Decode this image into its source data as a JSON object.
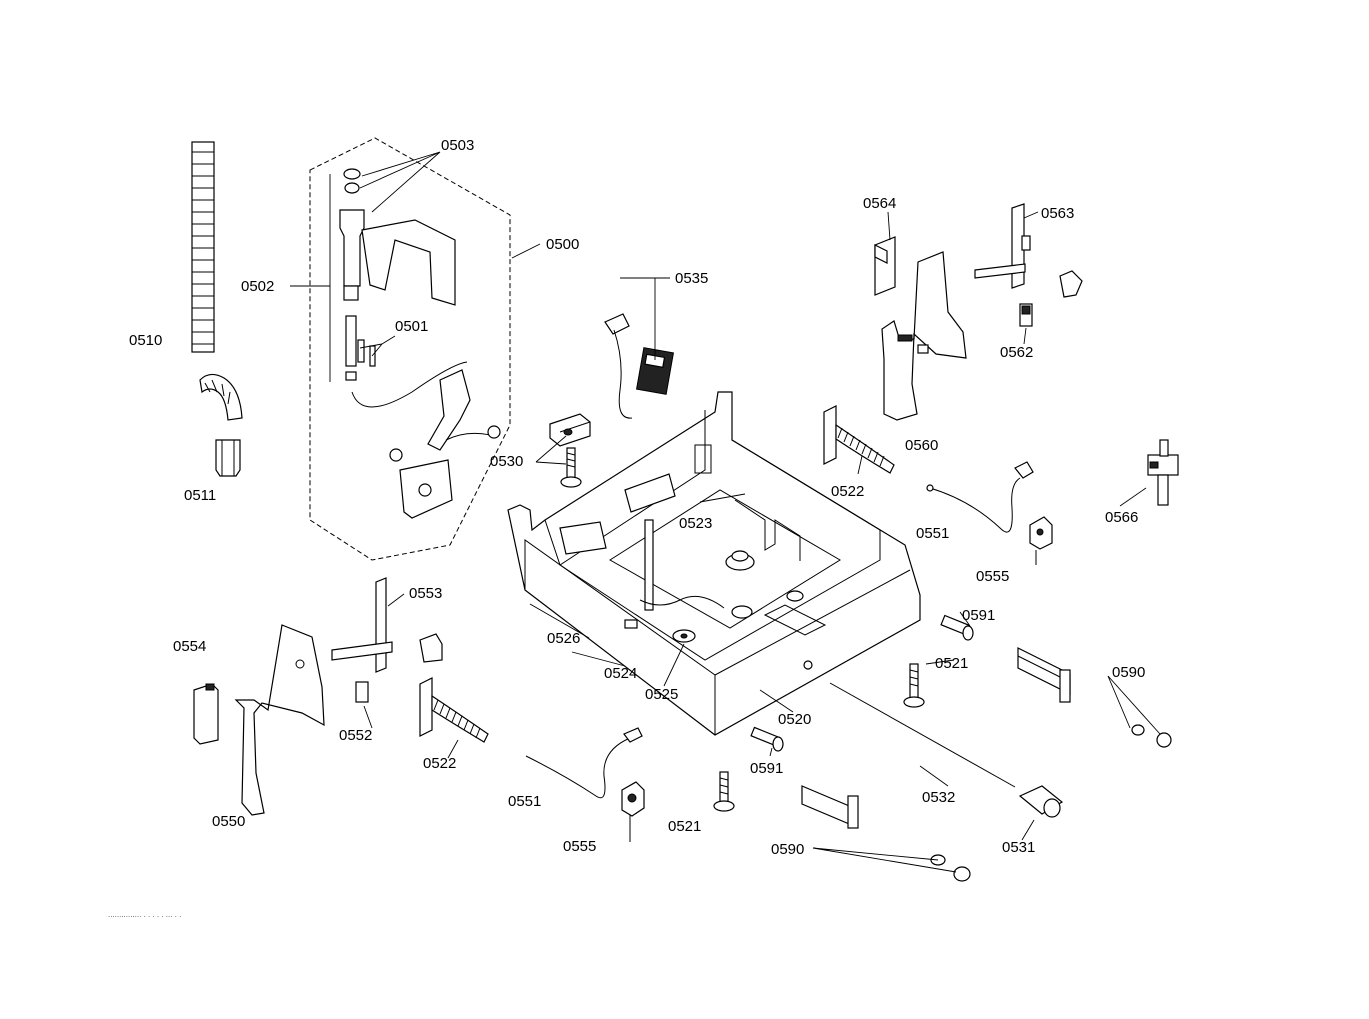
{
  "labels": {
    "l0500": "0500",
    "l0501": "0501",
    "l0502": "0502",
    "l0503": "0503",
    "l0510": "0510",
    "l0511": "0511",
    "l0520": "0520",
    "l0521a": "0521",
    "l0521b": "0521",
    "l0522a": "0522",
    "l0522b": "0522",
    "l0523": "0523",
    "l0524": "0524",
    "l0525": "0525",
    "l0526": "0526",
    "l0530": "0530",
    "l0531": "0531",
    "l0532": "0532",
    "l0535": "0535",
    "l0550": "0550",
    "l0551a": "0551",
    "l0551b": "0551",
    "l0552": "0552",
    "l0553": "0553",
    "l0554": "0554",
    "l0555a": "0555",
    "l0555b": "0555",
    "l0560": "0560",
    "l0562": "0562",
    "l0563": "0563",
    "l0564": "0564",
    "l0566": "0566",
    "l0590a": "0590",
    "l0590b": "0590",
    "l0591a": "0591",
    "l0591b": "0591"
  },
  "footer_code": "...............  .  .  .  .  .  ...  .  ."
}
